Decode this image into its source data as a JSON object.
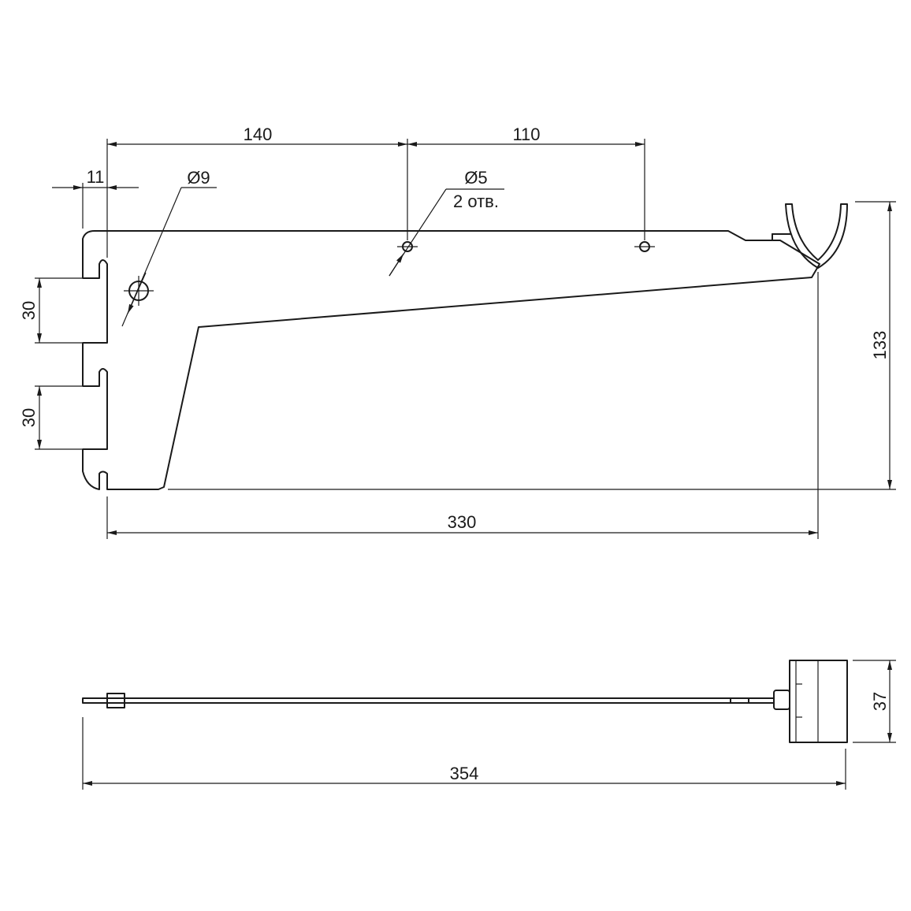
{
  "dimensions": {
    "hole_spacing_1": "140",
    "hole_spacing_2": "110",
    "offset": "11",
    "large_hole_diameter": "Ø9",
    "small_hole_diameter": "Ø5",
    "small_hole_count": "2 отв.",
    "slot_pitch_upper": "30",
    "slot_pitch_lower": "30",
    "height": "133",
    "length": "330",
    "total_length": "354",
    "holder_depth": "37"
  },
  "colors": {
    "line": "#1a1a1a",
    "background": "#ffffff"
  }
}
